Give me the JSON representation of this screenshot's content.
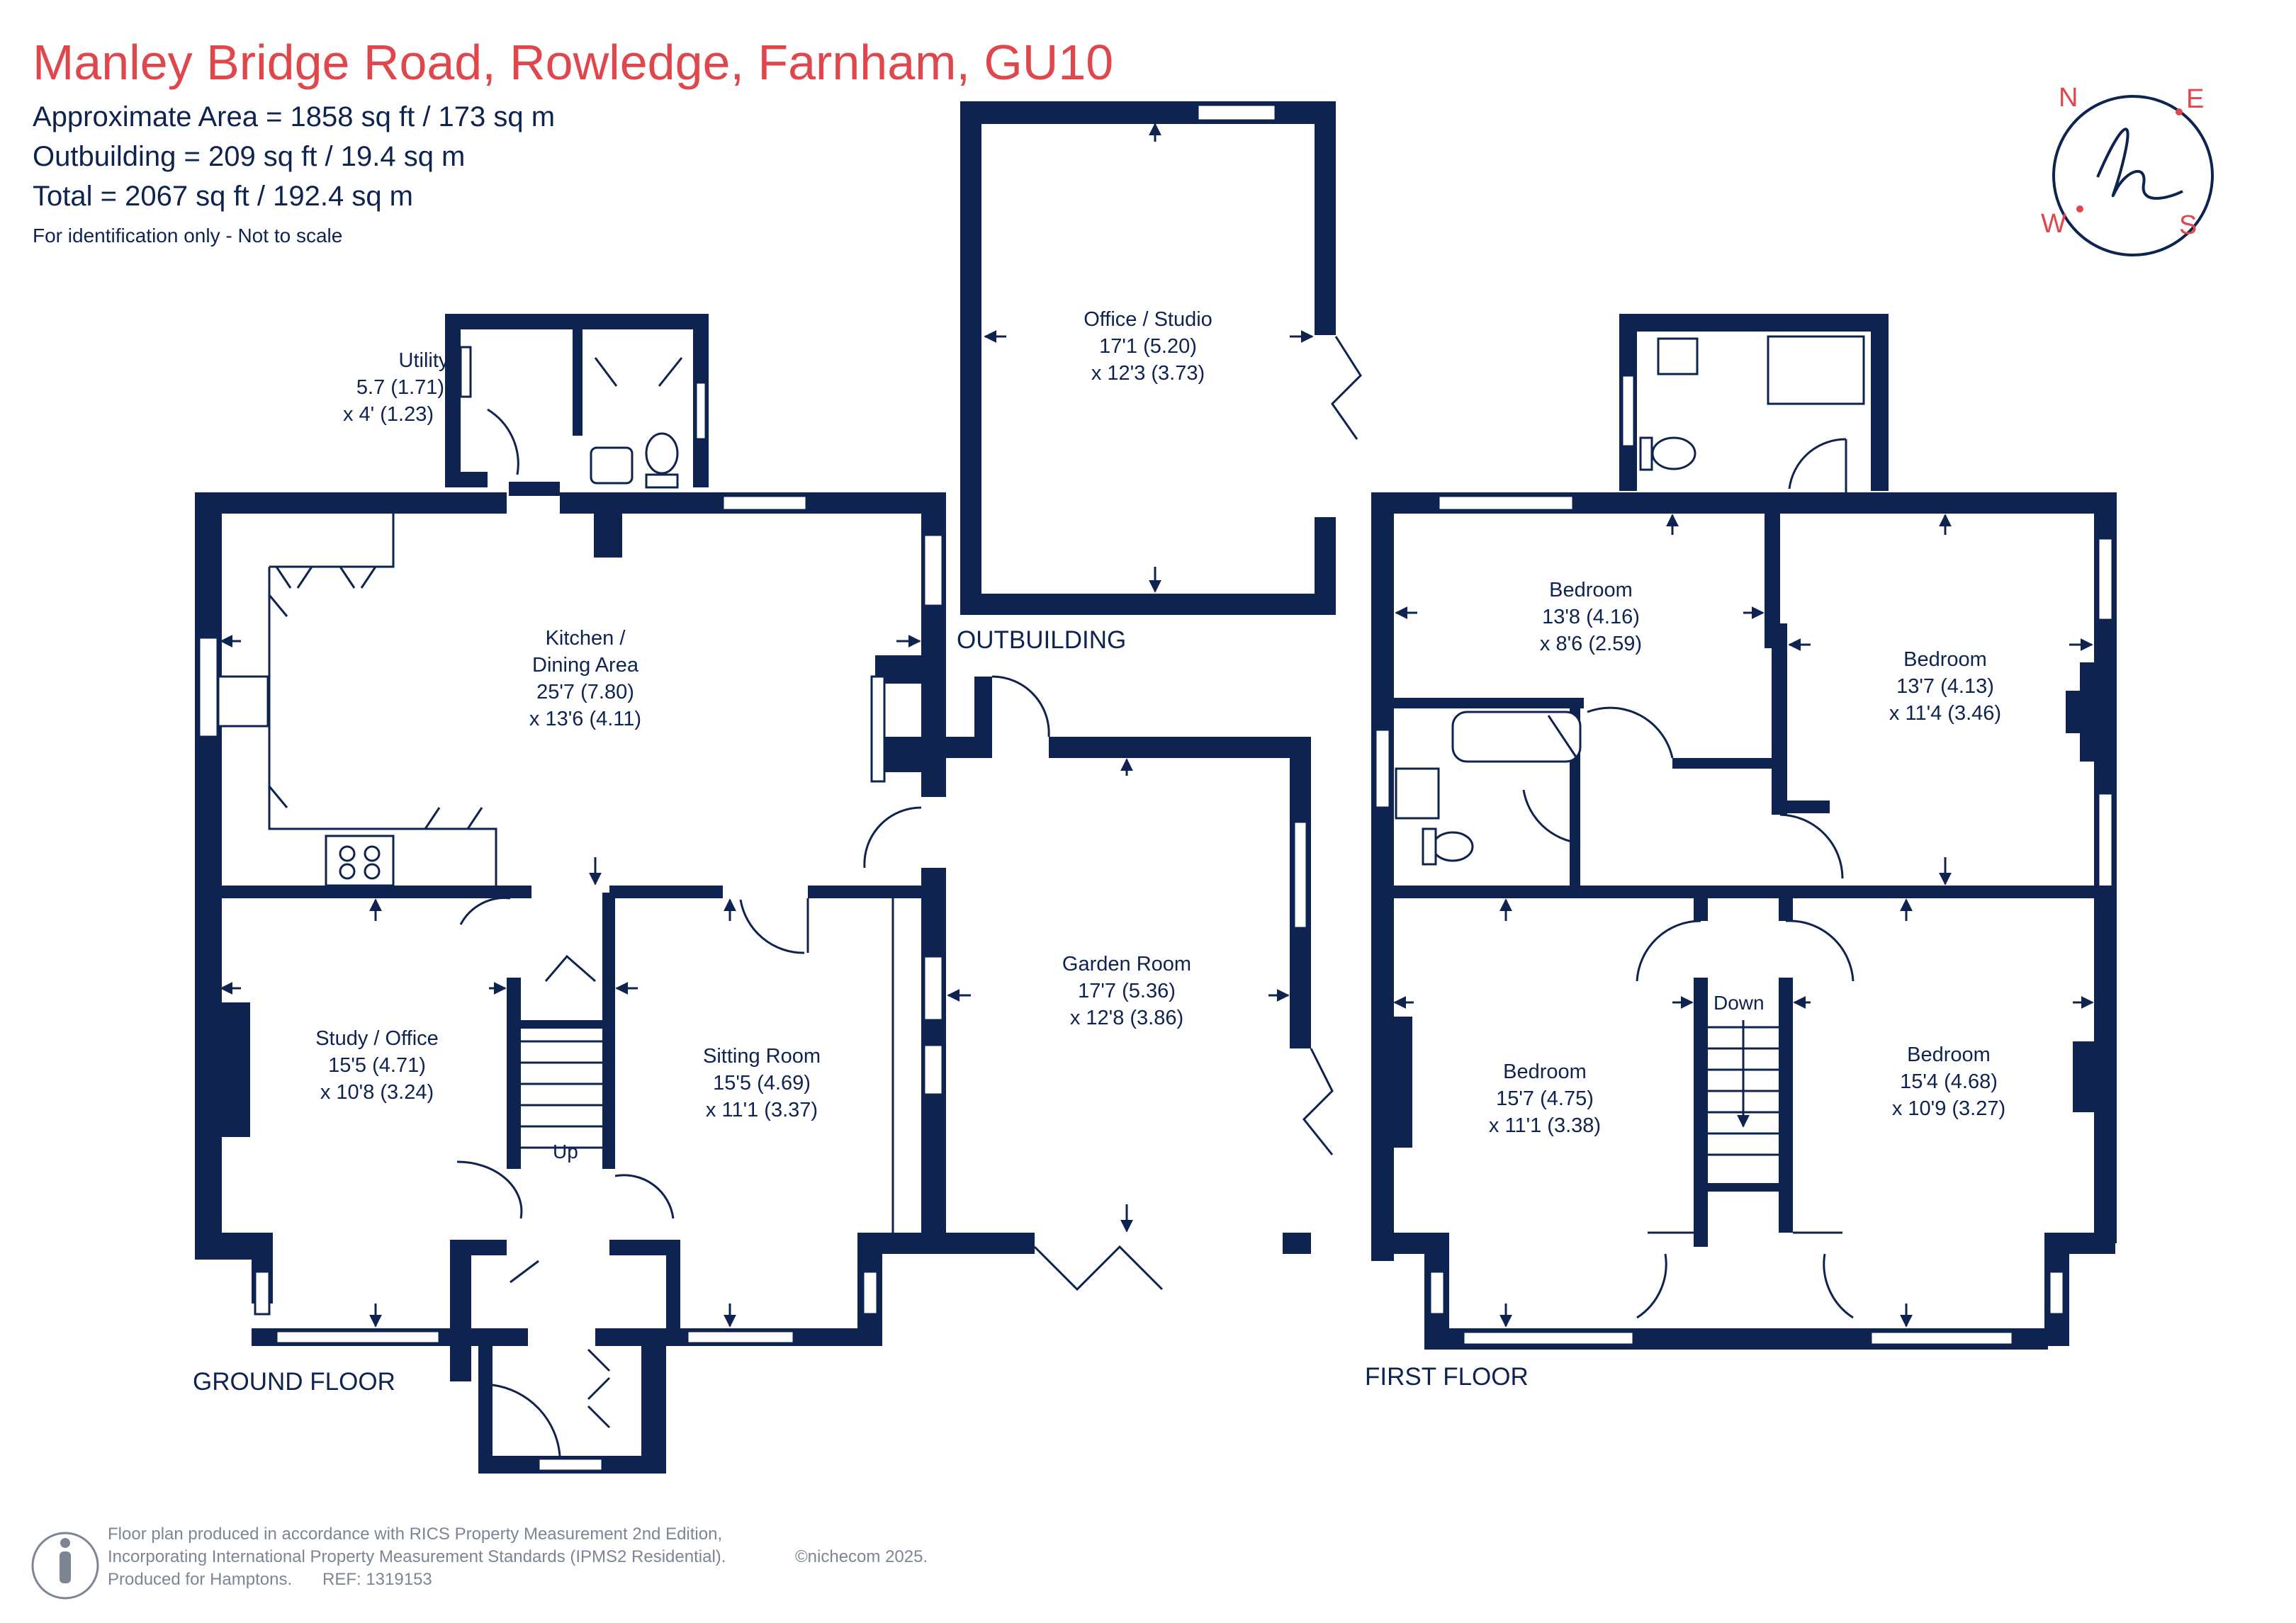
{
  "header": {
    "title": "Manley Bridge Road, Rowledge, Farnham, GU10",
    "area_line": "Approximate Area = 1858 sq ft / 173 sq m",
    "outbuilding_line": "Outbuilding = 209 sq ft / 19.4 sq m",
    "total_line": "Total = 2067 sq ft / 192.4 sq m",
    "note": "For identification only - Not to scale"
  },
  "compass": {
    "n": "N",
    "e": "E",
    "s": "S",
    "w": "W"
  },
  "floors": {
    "ground": "GROUND FLOOR",
    "first": "FIRST FLOOR",
    "outbuilding": "OUTBUILDING"
  },
  "rooms": {
    "utility": {
      "name": "Utility",
      "dim1": "5.7 (1.71)",
      "dim2": "x 4' (1.23)"
    },
    "kitchen": {
      "name1": "Kitchen /",
      "name2": "Dining Area",
      "dim1": "25'7 (7.80)",
      "dim2": "x 13'6 (4.11)"
    },
    "study": {
      "name": "Study / Office",
      "dim1": "15'5 (4.71)",
      "dim2": "x 10'8 (3.24)"
    },
    "sitting": {
      "name": "Sitting Room",
      "dim1": "15'5 (4.69)",
      "dim2": "x 11'1 (3.37)"
    },
    "garden": {
      "name": "Garden Room",
      "dim1": "17'7 (5.36)",
      "dim2": "x 12'8 (3.86)"
    },
    "office": {
      "name": "Office / Studio",
      "dim1": "17'1 (5.20)",
      "dim2": "x 12'3 (3.73)"
    },
    "bed1": {
      "name": "Bedroom",
      "dim1": "13'8 (4.16)",
      "dim2": "x 8'6 (2.59)"
    },
    "bed2": {
      "name": "Bedroom",
      "dim1": "13'7 (4.13)",
      "dim2": "x 11'4 (3.46)"
    },
    "bed3": {
      "name": "Bedroom",
      "dim1": "15'7 (4.75)",
      "dim2": "x 11'1 (3.38)"
    },
    "bed4": {
      "name": "Bedroom",
      "dim1": "15'4 (4.68)",
      "dim2": "x 10'9 (3.27)"
    }
  },
  "stairs": {
    "up": "Up",
    "down": "Down"
  },
  "footer": {
    "line1": "Floor plan produced in accordance with RICS Property Measurement 2nd Edition,",
    "line2": "Incorporating International Property Measurement Standards (IPMS2 Residential).",
    "line3_a": "Produced for Hamptons.",
    "line3_b": "REF: 1319153",
    "copyright": "©nichecom 2025."
  },
  "colors": {
    "wall": "#0f2350",
    "title": "#e0474c",
    "footer": "#7d8595"
  }
}
